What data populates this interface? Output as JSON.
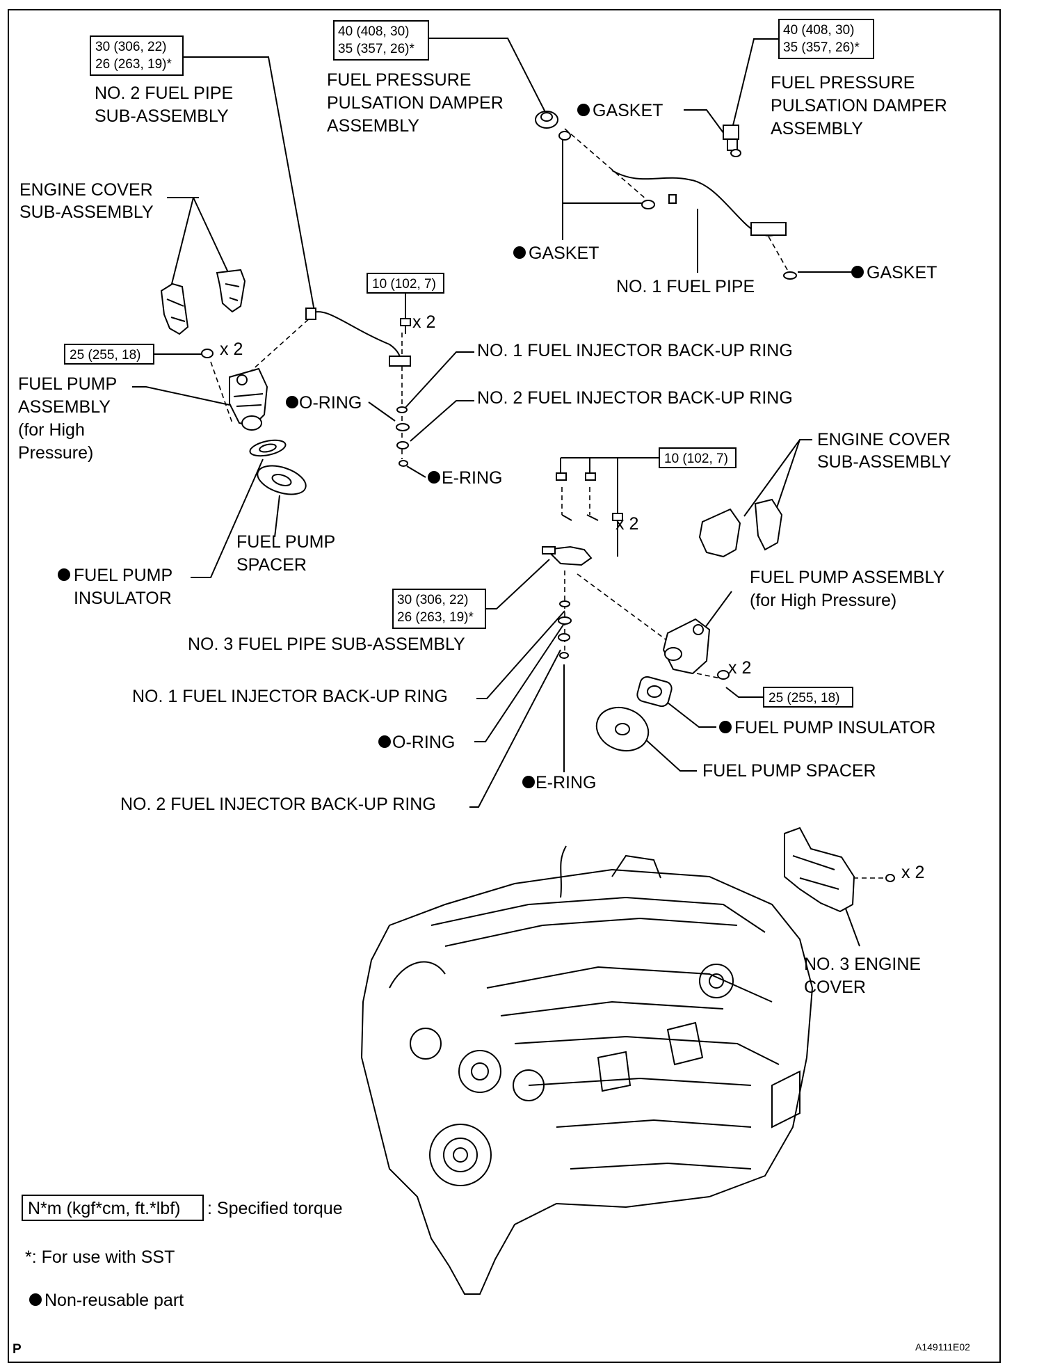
{
  "torque": {
    "t1": [
      "30 (306, 22)",
      "26 (263, 19)*"
    ],
    "t2": [
      "40 (408, 30)",
      "35 (357, 26)*"
    ],
    "t3": [
      "40 (408, 30)",
      "35 (357, 26)*"
    ],
    "t4": [
      "10 (102, 7)"
    ],
    "t5": [
      "25 (255, 18)"
    ],
    "t6": [
      "10 (102, 7)"
    ],
    "t7": [
      "30 (306, 22)",
      "26 (263, 19)*"
    ],
    "t8": [
      "25 (255, 18)"
    ]
  },
  "labels": {
    "no2_fuel_pipe": [
      "NO. 2 FUEL PIPE",
      "SUB-ASSEMBLY"
    ],
    "damper_left": [
      "FUEL PRESSURE",
      "PULSATION DAMPER",
      "ASSEMBLY"
    ],
    "damper_right": [
      "FUEL PRESSURE",
      "PULSATION DAMPER",
      "ASSEMBLY"
    ],
    "gasket_top": "GASKET",
    "gasket_mid": "GASKET",
    "gasket_right": "GASKET",
    "no1_fuel_pipe": "NO. 1 FUEL PIPE",
    "engine_cover_left": [
      "ENGINE COVER",
      "SUB-ASSEMBLY"
    ],
    "engine_cover_right": [
      "ENGINE COVER",
      "SUB-ASSEMBLY"
    ],
    "fuel_pump_left": [
      "FUEL PUMP",
      "ASSEMBLY",
      "(for High",
      "Pressure)"
    ],
    "fuel_pump_right": [
      "FUEL PUMP ASSEMBLY",
      "(for High Pressure)"
    ],
    "backup1_top": "NO. 1 FUEL INJECTOR BACK-UP RING",
    "backup2_top": "NO. 2 FUEL INJECTOR BACK-UP RING",
    "oring_top": "O-RING",
    "ering_top": "E-RING",
    "spacer_left": [
      "FUEL PUMP",
      "SPACER"
    ],
    "insulator_left": [
      "FUEL PUMP",
      "INSULATOR"
    ],
    "no3_fuel_pipe": "NO. 3 FUEL PIPE SUB-ASSEMBLY",
    "backup1_bottom": "NO. 1 FUEL INJECTOR BACK-UP RING",
    "oring_bottom": "O-RING",
    "backup2_bottom": "NO. 2 FUEL INJECTOR BACK-UP RING",
    "ering_bottom": "E-RING",
    "insulator_right": "FUEL PUMP INSULATOR",
    "spacer_right": "FUEL PUMP SPACER",
    "no3_engine_cover": [
      "NO. 3 ENGINE",
      "COVER"
    ],
    "x2": "x 2"
  },
  "legend": {
    "torque_box": "N*m (kgf*cm, ft.*lbf)",
    "torque_text": ": Specified torque",
    "sst": "*: For use with SST",
    "non_reusable": "Non-reusable part"
  },
  "footer": {
    "left": "P",
    "code": "A149111E02"
  }
}
